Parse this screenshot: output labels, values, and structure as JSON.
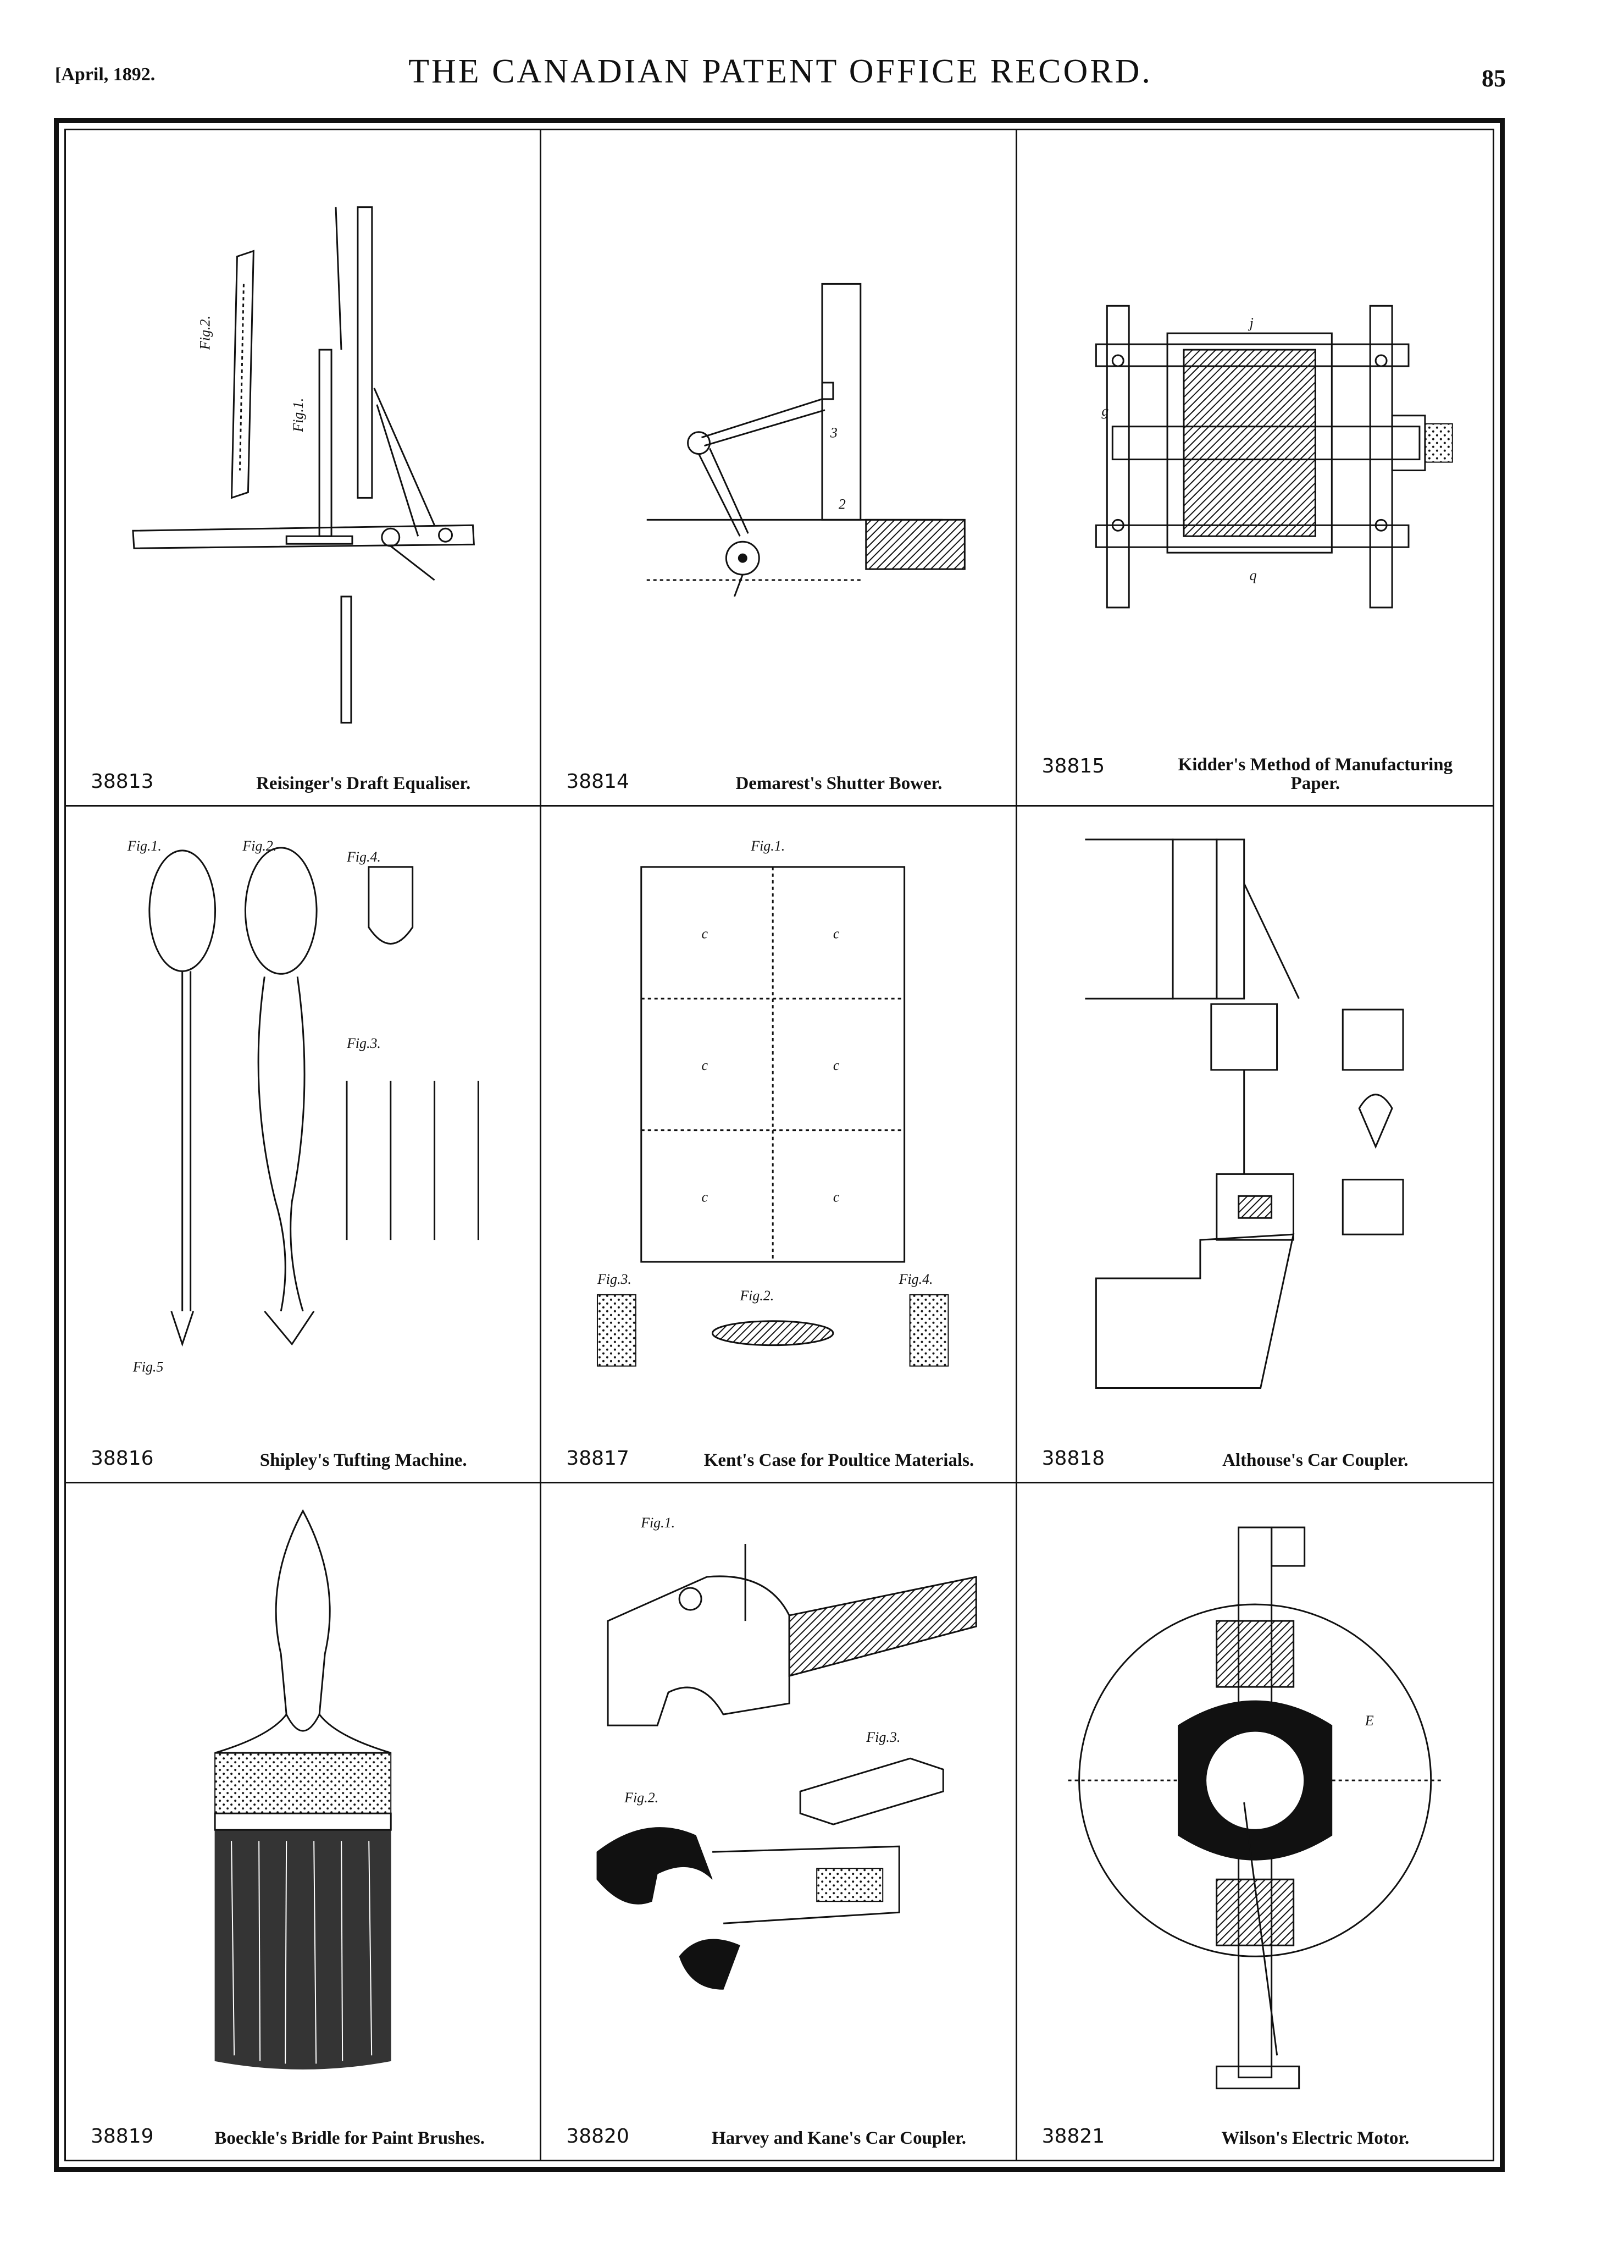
{
  "header": {
    "date": "[April, 1892.",
    "title": "THE CANADIAN PATENT OFFICE RECORD.",
    "page": "85"
  },
  "patents": [
    {
      "number": "38813",
      "title": "Reisinger's Draft Equaliser."
    },
    {
      "number": "38814",
      "title": "Demarest's Shutter Bower."
    },
    {
      "number": "38815",
      "title": "Kidder's Method of Manufacturing Paper."
    },
    {
      "number": "38816",
      "title": "Shipley's Tufting Machine."
    },
    {
      "number": "38817",
      "title": "Kent's Case for Poultice Materials."
    },
    {
      "number": "38818",
      "title": "Althouse's Car Coupler."
    },
    {
      "number": "38819",
      "title": "Boeckle's Bridle for Paint Brushes."
    },
    {
      "number": "38820",
      "title": "Harvey and Kane's Car Coupler."
    },
    {
      "number": "38821",
      "title": "Wilson's Electric Motor."
    }
  ],
  "figure_labels": {
    "fig1": "Fig.1.",
    "fig2": "Fig.2.",
    "fig3": "Fig.3.",
    "fig4": "Fig.4.",
    "fig5": "Fig.5"
  },
  "icons": [
    "patent-drawing-icon"
  ]
}
